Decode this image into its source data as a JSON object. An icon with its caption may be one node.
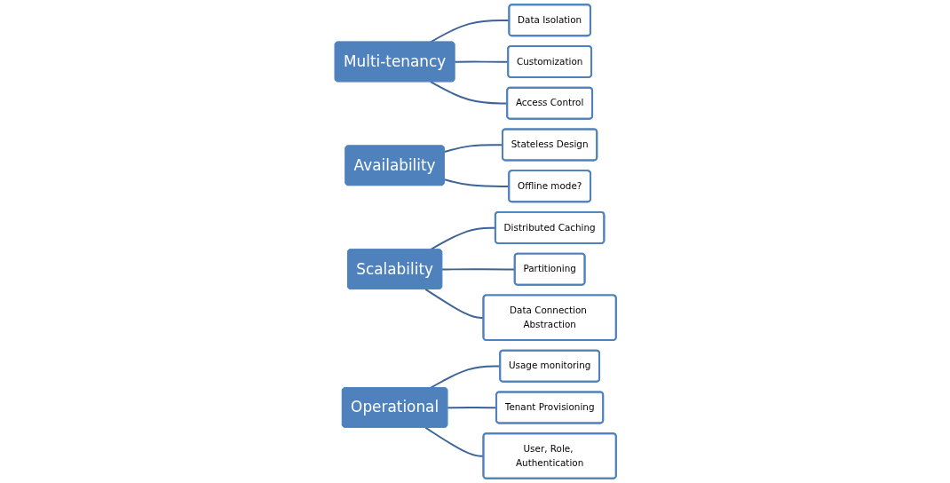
{
  "diagram": {
    "nodes": [
      {
        "text": [
          "Multi-tenancy"
        ]
      },
      {
        "text": [
          "Data Isolation"
        ]
      },
      {
        "text": [
          "Customization"
        ]
      },
      {
        "text": [
          "Access Control"
        ]
      },
      {
        "text": [
          "Availability"
        ]
      },
      {
        "text": [
          "Stateless Design"
        ]
      },
      {
        "text": [
          "Offline mode?"
        ]
      },
      {
        "text": [
          "Scalability"
        ]
      },
      {
        "text": [
          "Distributed Caching"
        ]
      },
      {
        "text": [
          "Partitioning"
        ]
      },
      {
        "text": [
          "Data Connection Abstraction"
        ]
      },
      {
        "text": [
          "Operational"
        ]
      },
      {
        "text": [
          "Usage monitoring"
        ]
      },
      {
        "text": [
          "Tenant Provisioning"
        ]
      },
      {
        "text": [
          "User, Role, Authentication"
        ]
      }
    ],
    "edges": [
      {
        "from": 0,
        "to": 1,
        "arrow": "none"
      },
      {
        "from": 0,
        "to": 2,
        "arrow": "none"
      },
      {
        "from": 0,
        "to": 3,
        "arrow": "none"
      },
      {
        "from": 4,
        "to": 5,
        "arrow": "none"
      },
      {
        "from": 4,
        "to": 6,
        "arrow": "none"
      },
      {
        "from": 7,
        "to": 8,
        "arrow": "none"
      },
      {
        "from": 7,
        "to": 9,
        "arrow": "none"
      },
      {
        "from": 7,
        "to": 10,
        "arrow": "none"
      },
      {
        "from": 11,
        "to": 12,
        "arrow": "none"
      },
      {
        "from": 11,
        "to": 13,
        "arrow": "none"
      },
      {
        "from": 11,
        "to": 14,
        "arrow": "none"
      }
    ]
  }
}
